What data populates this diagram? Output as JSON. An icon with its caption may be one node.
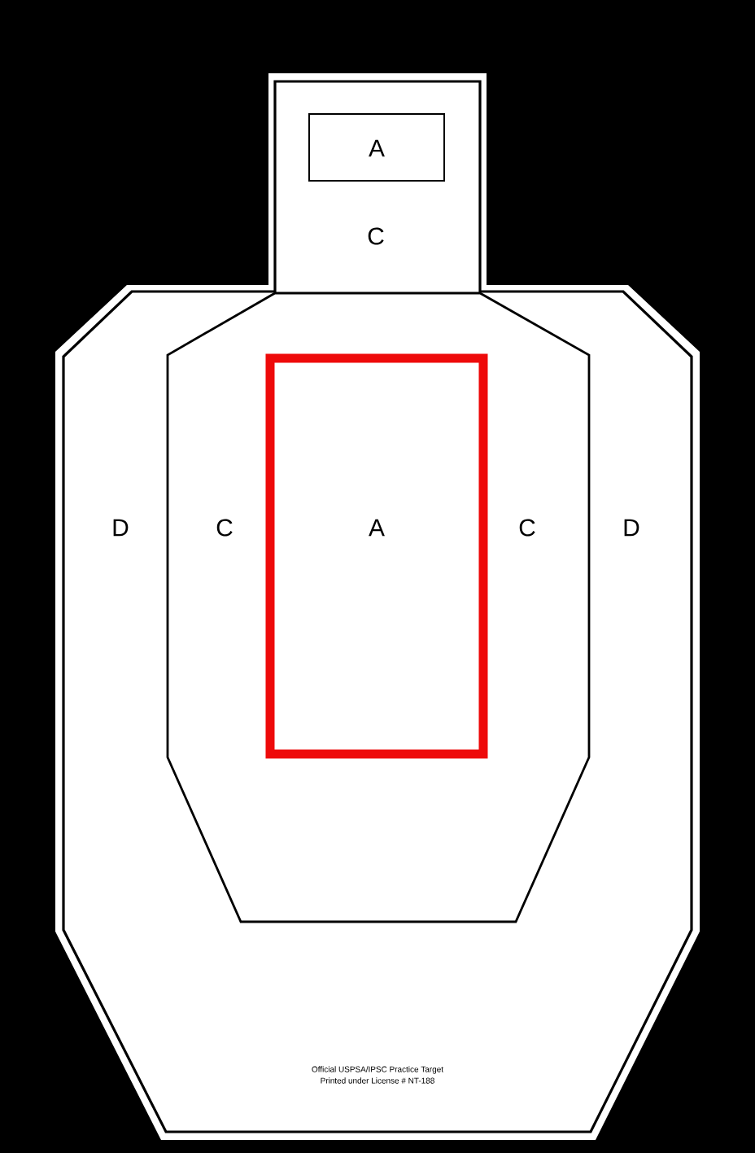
{
  "diagram": {
    "nodes": [
      {
        "text": [
          "C",
          "D",
          "D"
        ]
      },
      {
        "text": [
          "A"
        ],
        "in": 0
      },
      {
        "text": [
          "C",
          "C"
        ],
        "in": 0
      },
      {
        "text": [
          "A"
        ],
        "in": 2
      }
    ],
    "labels": [
      "Official USPSA/IPSC Practice Target",
      "Printed under License # NT-188"
    ]
  }
}
